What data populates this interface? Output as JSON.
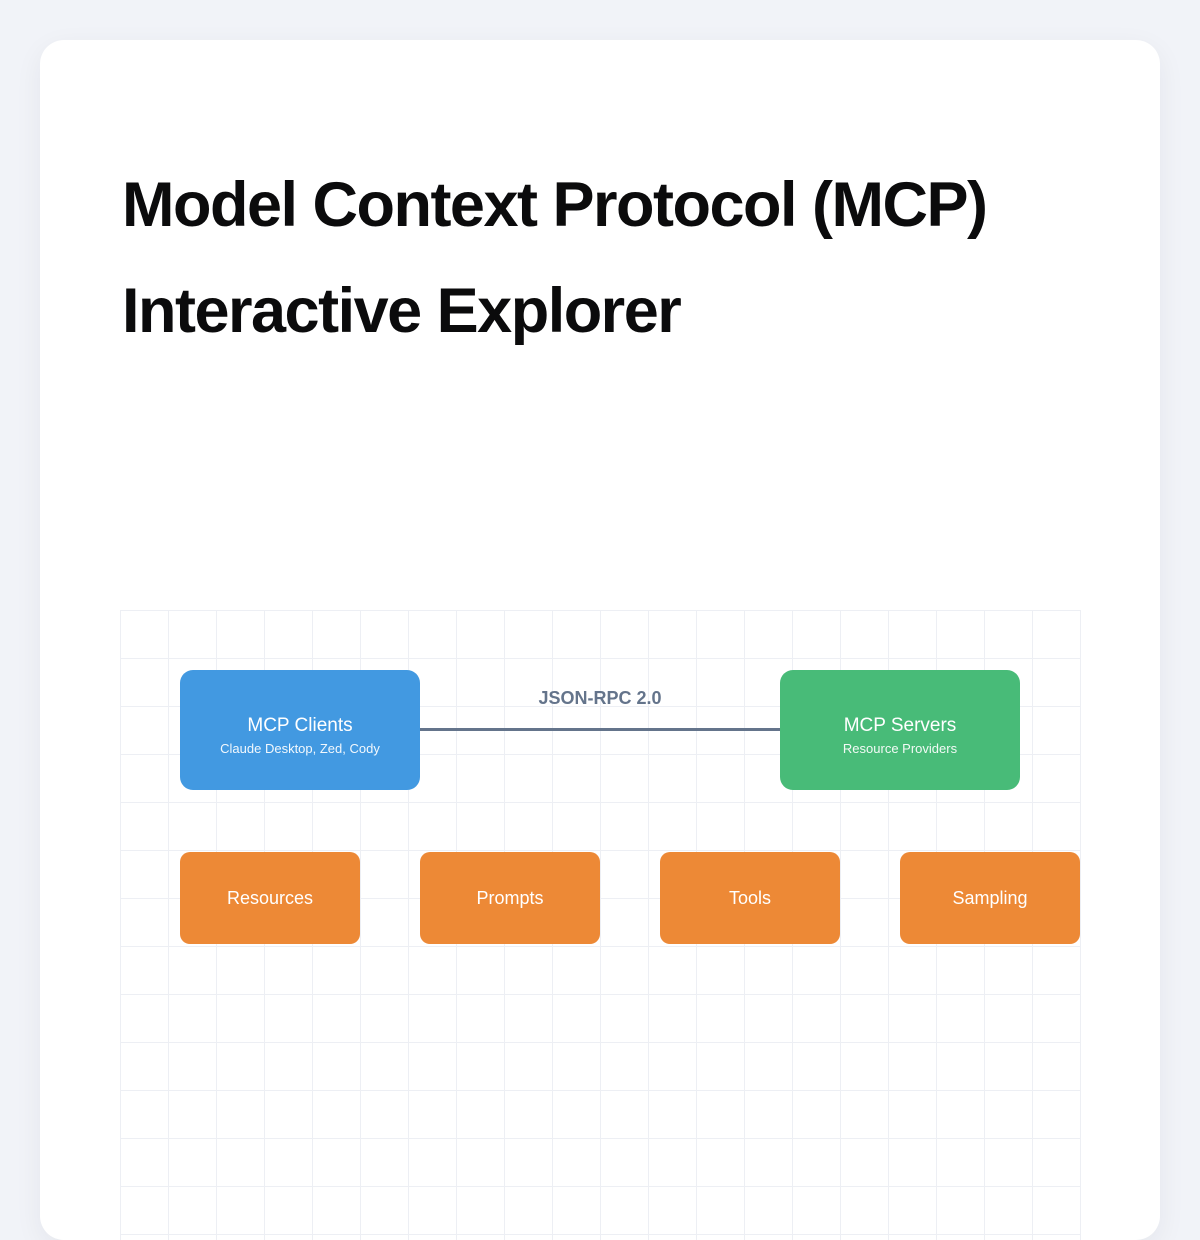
{
  "header": {
    "title_line1": "Model Context Protocol (MCP)",
    "title_line2": "Interactive Explorer"
  },
  "diagram": {
    "clients_node": {
      "label": "MCP Clients",
      "sublabel": "Claude Desktop, Zed, Cody",
      "color": "#4299E1"
    },
    "servers_node": {
      "label": "MCP Servers",
      "sublabel": "Resource Providers",
      "color": "#48BB78"
    },
    "edge": {
      "label": "JSON-RPC 2.0",
      "color": "#64748B"
    },
    "capabilities": [
      {
        "label": "Resources",
        "color": "#ED8936"
      },
      {
        "label": "Prompts",
        "color": "#ED8936"
      },
      {
        "label": "Tools",
        "color": "#ED8936"
      },
      {
        "label": "Sampling",
        "color": "#ED8936"
      }
    ]
  }
}
